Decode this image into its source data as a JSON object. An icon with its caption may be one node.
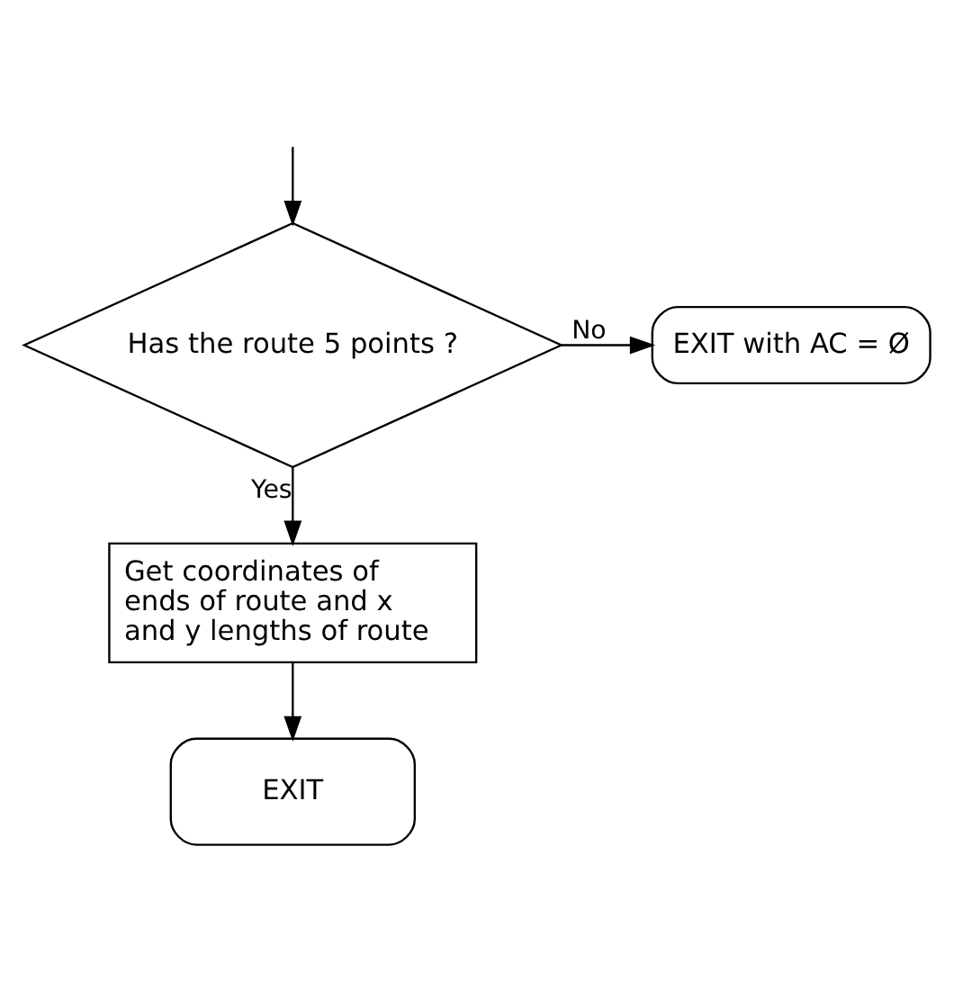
{
  "diagram": {
    "nodes": [
      {
        "text": [
          "Has the route 5 points ?"
        ]
      },
      {
        "text": [
          "EXIT with AC = Ø"
        ]
      },
      {
        "text": [
          "Get coordinates of ends of route and x and y lengths of route"
        ]
      },
      {
        "text": [
          "EXIT"
        ]
      }
    ],
    "edges": [
      {
        "from": null,
        "to": 0,
        "arrow": "to"
      },
      {
        "from": 0,
        "to": 1,
        "arrow": "to",
        "label": "No"
      },
      {
        "from": 0,
        "to": 2,
        "arrow": "to",
        "label": "Yes"
      },
      {
        "from": 2,
        "to": 3,
        "arrow": "to"
      }
    ]
  }
}
